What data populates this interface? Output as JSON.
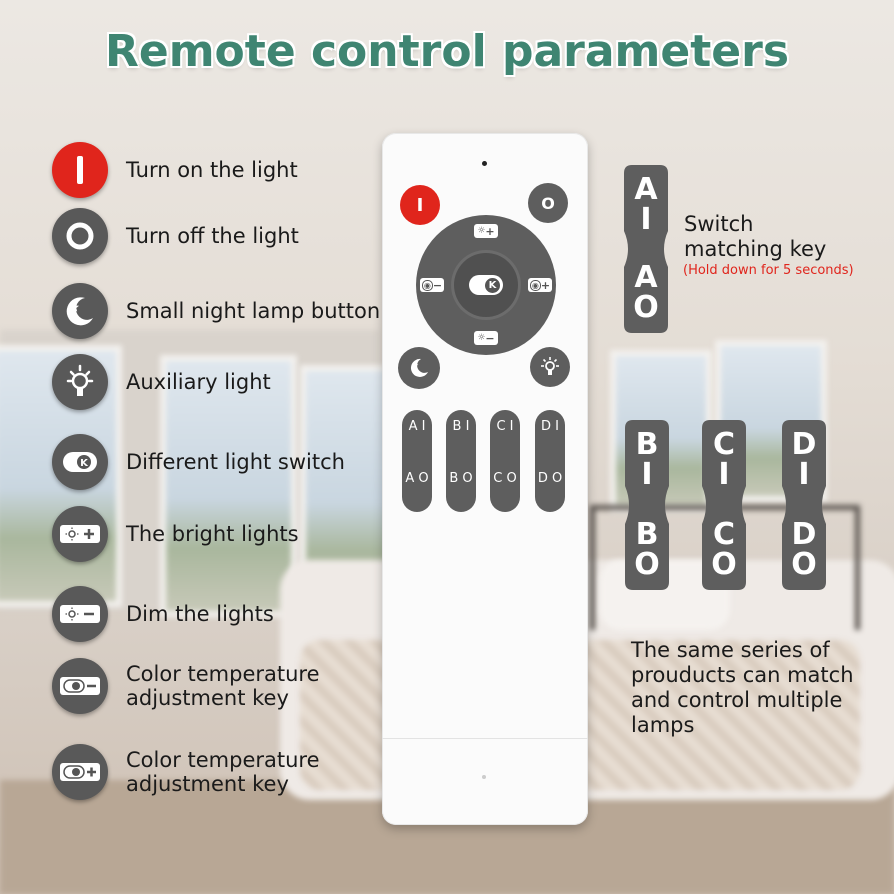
{
  "title": "Remote control parameters",
  "legend": [
    {
      "icon": "power-on-icon",
      "label": "Turn on the light"
    },
    {
      "icon": "power-off-icon",
      "label": "Turn off the light"
    },
    {
      "icon": "night-lamp-icon",
      "label": "Small night lamp button"
    },
    {
      "icon": "auxiliary-light-icon",
      "label": "Auxiliary light"
    },
    {
      "icon": "light-switch-icon",
      "label": "Different light switch"
    },
    {
      "icon": "brightness-up-icon",
      "label": "The bright lights"
    },
    {
      "icon": "brightness-down-icon",
      "label": "Dim the lights"
    },
    {
      "icon": "color-temp-down-icon",
      "label_1": "Color temperature",
      "label_2": "adjustment key"
    },
    {
      "icon": "color-temp-up-icon",
      "label_1": "Color temperature",
      "label_2": "adjustment key"
    }
  ],
  "remote": {
    "on_symbol": "I",
    "off_symbol": "O",
    "center_symbol": "K",
    "up_sign": "+",
    "down_sign": "−",
    "group_keys": [
      {
        "top": "A I",
        "bottom": "A O"
      },
      {
        "top": "B I",
        "bottom": "B O"
      },
      {
        "top": "C I",
        "bottom": "C O"
      },
      {
        "top": "D I",
        "bottom": "D O"
      }
    ]
  },
  "annotations": {
    "match_line1": "Switch",
    "match_line2": "matching key",
    "match_note": "(Hold down for 5 seconds)",
    "series_line1": "The same series of",
    "series_line2": "prouducts can match",
    "series_line3": "and control multiple",
    "series_line4": "lamps"
  },
  "big_keys": [
    {
      "top_1": "A",
      "top_2": "I",
      "bottom_1": "A",
      "bottom_2": "O"
    },
    {
      "top_1": "B",
      "top_2": "I",
      "bottom_1": "B",
      "bottom_2": "O"
    },
    {
      "top_1": "C",
      "top_2": "I",
      "bottom_1": "C",
      "bottom_2": "O"
    },
    {
      "top_1": "D",
      "top_2": "I",
      "bottom_1": "D",
      "bottom_2": "O"
    }
  ],
  "colors": {
    "accent": "#3f8572",
    "power": "#e0251c",
    "button": "#5e5e5e",
    "note": "#e0251c"
  }
}
